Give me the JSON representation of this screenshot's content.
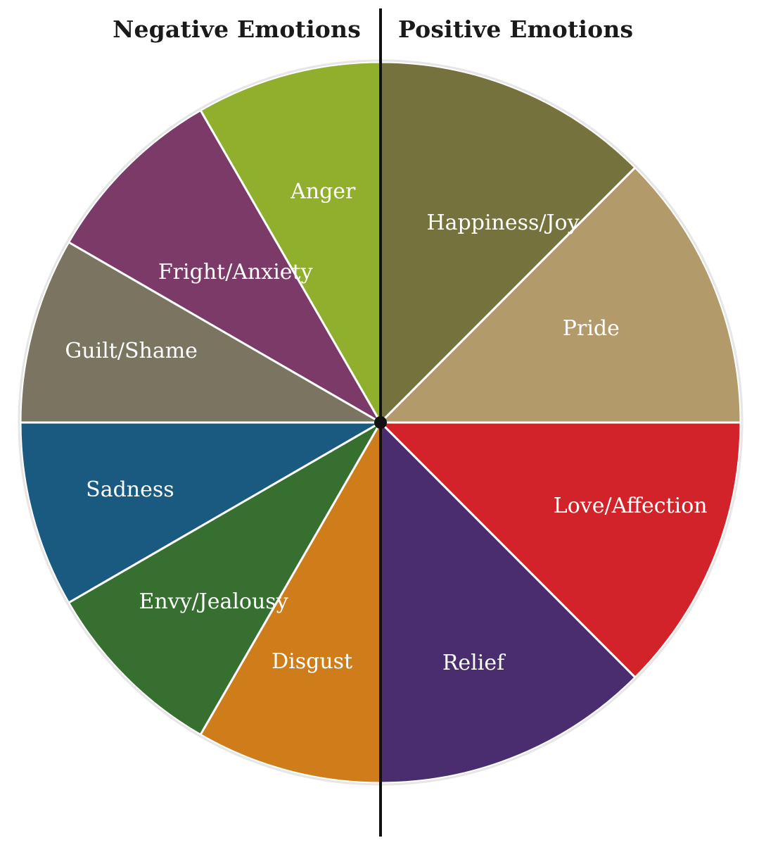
{
  "headings": {
    "negative": "Negative Emotions",
    "positive": "Positive Emotions"
  },
  "wheel": {
    "positive": [
      {
        "label": "Happiness/Joy",
        "color": "#76723d"
      },
      {
        "label": "Pride",
        "color": "#b39a6a"
      },
      {
        "label": "Love/Affection",
        "color": "#d2232b"
      },
      {
        "label": "Relief",
        "color": "#4a2d6f"
      }
    ],
    "negative": [
      {
        "label": "Anger",
        "color": "#90b02d"
      },
      {
        "label": "Fright/Anxiety",
        "color": "#7b3a68"
      },
      {
        "label": "Guilt/Shame",
        "color": "#7a7460"
      },
      {
        "label": "Sadness",
        "color": "#1a5a80"
      },
      {
        "label": "Envy/Jealousy",
        "color": "#376f31"
      },
      {
        "label": "Disgust",
        "color": "#cf7d1a"
      }
    ]
  }
}
